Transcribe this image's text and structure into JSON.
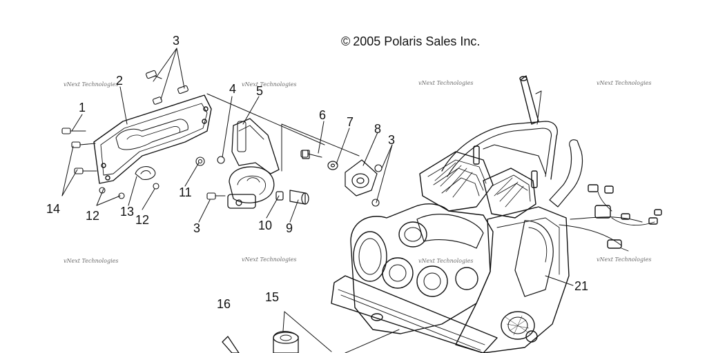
{
  "copyright": {
    "symbol": "©",
    "text": "2005 Polaris Sales Inc."
  },
  "watermark_text": "vNext Technologies",
  "callouts": [
    "1",
    "2",
    "3",
    "4",
    "5",
    "6",
    "7",
    "8",
    "3",
    "11",
    "14",
    "12",
    "13",
    "12",
    "3",
    "10",
    "9",
    "21",
    "16",
    "15"
  ]
}
